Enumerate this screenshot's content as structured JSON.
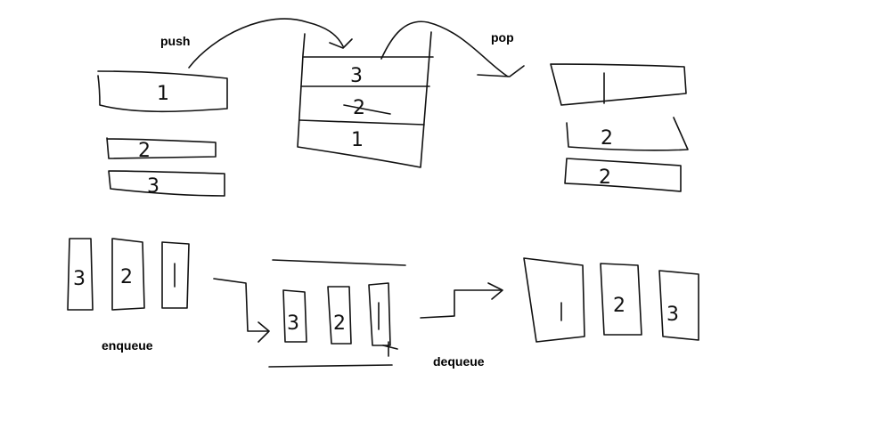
{
  "stack": {
    "push_label": "push",
    "pop_label": "pop",
    "input_items": [
      "1",
      "2",
      "3"
    ],
    "stack_items": [
      "3",
      "2",
      "1"
    ],
    "output_items": [
      "1",
      "2",
      "2"
    ]
  },
  "queue": {
    "enqueue_label": "enqueue",
    "dequeue_label": "dequeue",
    "input_items": [
      "3",
      "2",
      "1"
    ],
    "queue_items": [
      "3",
      "2",
      "1"
    ],
    "output_items": [
      "1",
      "2",
      "3"
    ]
  }
}
